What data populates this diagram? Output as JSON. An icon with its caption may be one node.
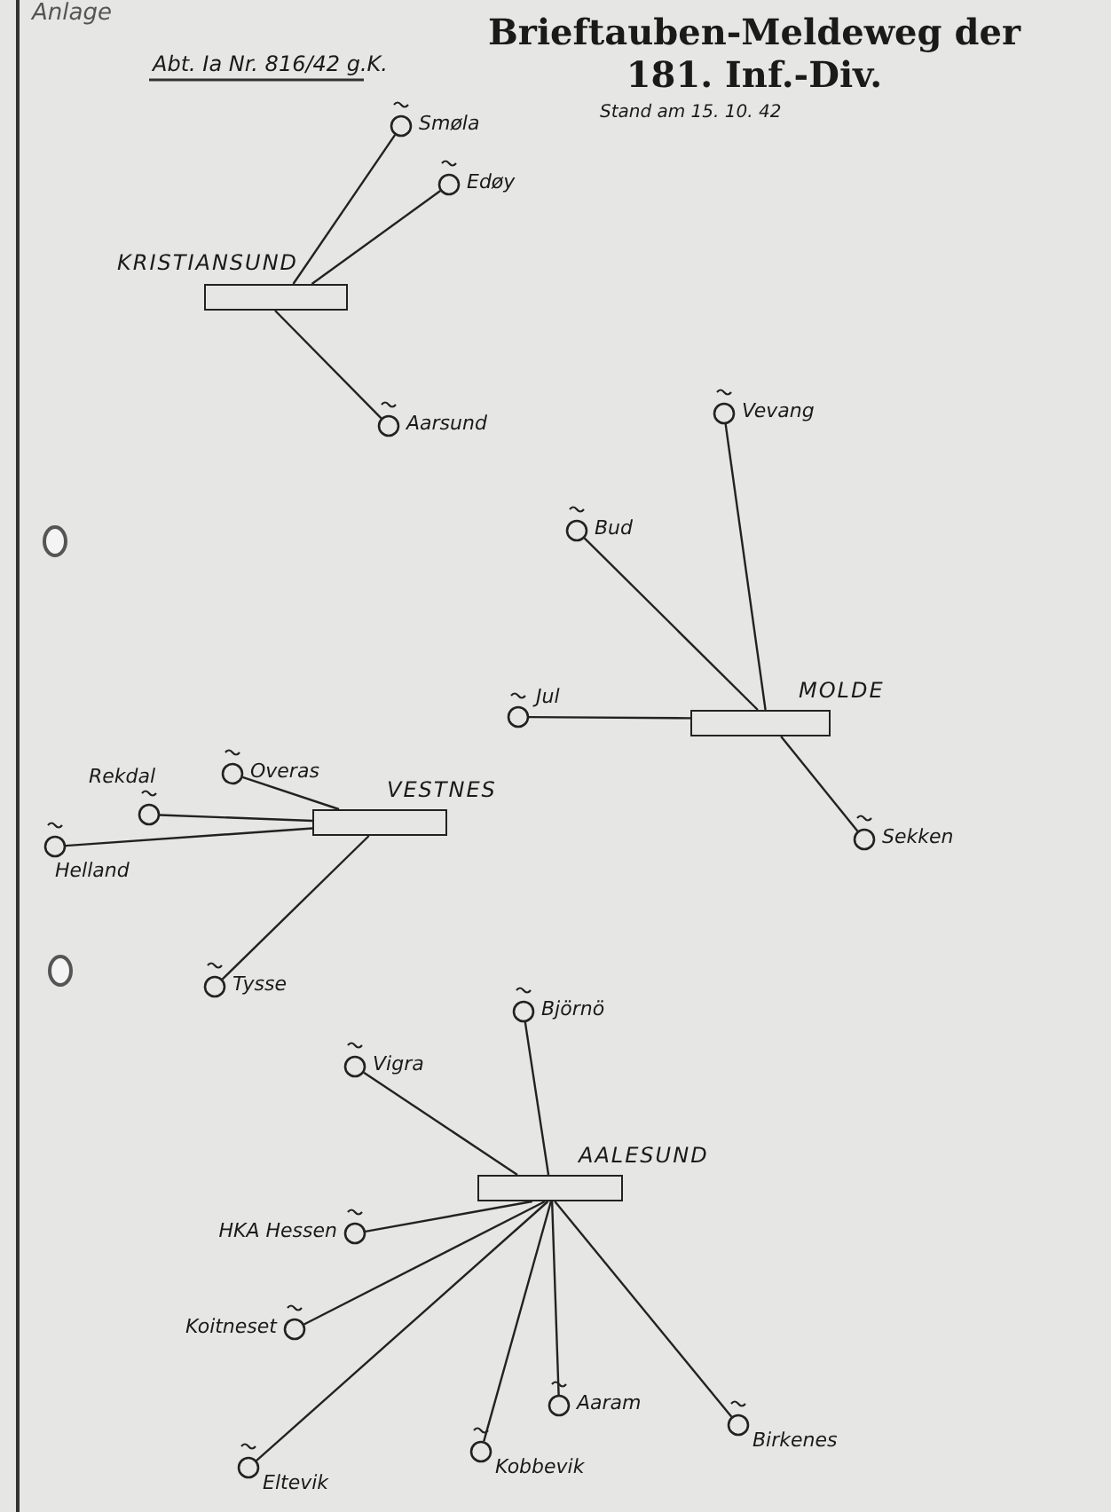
{
  "diagram": {
    "title": "Brieftauben-Meldeweg der 181. Inf.-Div.",
    "nodes": [
      {
        "text": [
          "Smøla"
        ]
      },
      {
        "text": [
          "Edøy"
        ]
      },
      {
        "text": [
          "KRISTIANSUND"
        ]
      },
      {
        "text": [
          "Aarsund"
        ]
      },
      {
        "text": [
          "Vevang"
        ]
      },
      {
        "text": [
          "Bud"
        ]
      },
      {
        "text": [
          "Jul"
        ]
      },
      {
        "text": [
          "MOLDE"
        ]
      },
      {
        "text": [
          "Overas"
        ]
      },
      {
        "text": [
          "Rekdal"
        ]
      },
      {
        "text": [
          "VESTNES"
        ]
      },
      {
        "text": [
          "Helland"
        ]
      },
      {
        "text": [
          "Sekken"
        ]
      },
      {
        "text": [
          "Tysse"
        ]
      },
      {
        "text": [
          "Björnö"
        ]
      },
      {
        "text": [
          "Vigra"
        ]
      },
      {
        "text": [
          "AALESUND"
        ]
      },
      {
        "text": [
          "HKA Hessen"
        ]
      },
      {
        "text": [
          "Koitneset"
        ]
      },
      {
        "text": [
          "Aaram"
        ]
      },
      {
        "text": [
          "Birkenes"
        ]
      },
      {
        "text": [
          "Kobbevik"
        ]
      },
      {
        "text": [
          "Eltevik"
        ]
      }
    ],
    "edges": [
      {
        "from": 0,
        "to": 2,
        "arrow": "none"
      },
      {
        "from": 1,
        "to": 2,
        "arrow": "none"
      },
      {
        "from": 3,
        "to": 2,
        "arrow": "none"
      },
      {
        "from": 4,
        "to": 7,
        "arrow": "none"
      },
      {
        "from": 5,
        "to": 7,
        "arrow": "none"
      },
      {
        "from": 6,
        "to": 7,
        "arrow": "none"
      },
      {
        "from": 12,
        "to": 7,
        "arrow": "none"
      },
      {
        "from": 8,
        "to": 10,
        "arrow": "none"
      },
      {
        "from": 9,
        "to": 10,
        "arrow": "none"
      },
      {
        "from": 11,
        "to": 10,
        "arrow": "none"
      },
      {
        "from": 13,
        "to": 10,
        "arrow": "none"
      },
      {
        "from": 14,
        "to": 16,
        "arrow": "none"
      },
      {
        "from": 15,
        "to": 16,
        "arrow": "none"
      },
      {
        "from": 17,
        "to": 16,
        "arrow": "none"
      },
      {
        "from": 18,
        "to": 16,
        "arrow": "none"
      },
      {
        "from": 19,
        "to": 16,
        "arrow": "none"
      },
      {
        "from": 20,
        "to": 16,
        "arrow": "none"
      },
      {
        "from": 21,
        "to": 16,
        "arrow": "none"
      },
      {
        "from": 22,
        "to": 16,
        "arrow": "none"
      }
    ],
    "labels": [
      "Anlage",
      "Abt. Ia Nr. 816/42 g.K.",
      "Stand am 15. 10. 42"
    ]
  }
}
